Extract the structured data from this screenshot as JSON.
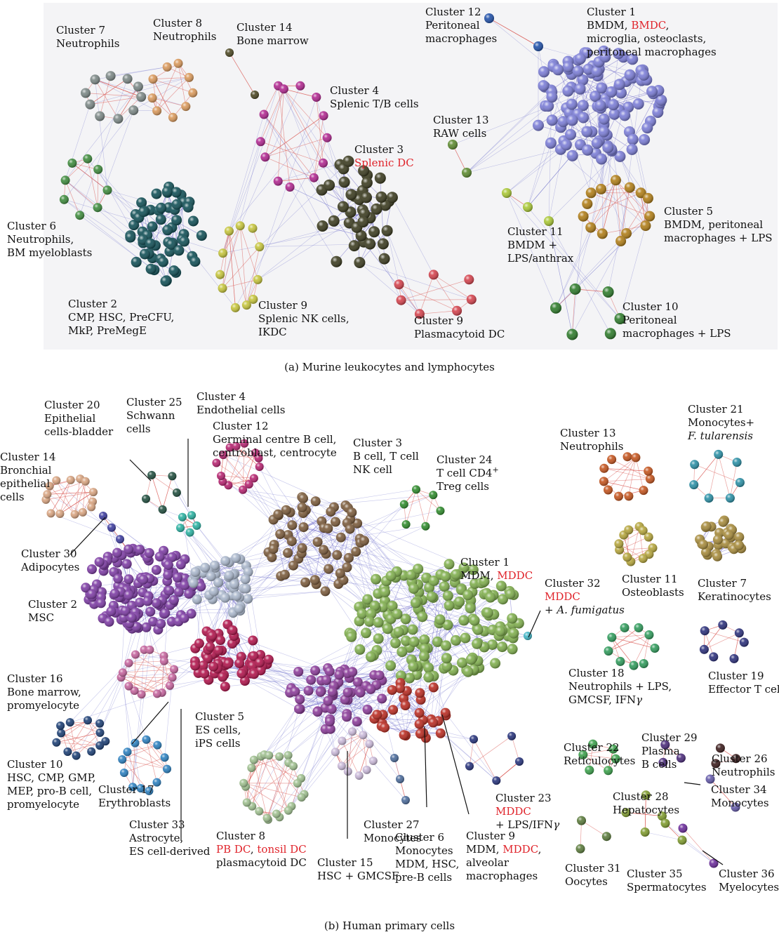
{
  "panels": [
    {
      "id": "a",
      "caption": "(a)  Murine leukocytes and lymphocytes",
      "labels": [
        {
          "id": "c7",
          "lines": [
            [
              {
                "t": "Cluster 7"
              }
            ],
            [
              {
                "t": "Neutrophils"
              }
            ]
          ]
        },
        {
          "id": "c8",
          "lines": [
            [
              {
                "t": "Cluster 8"
              }
            ],
            [
              {
                "t": "Neutrophils"
              }
            ]
          ]
        },
        {
          "id": "c14",
          "lines": [
            [
              {
                "t": "Cluster 14"
              }
            ],
            [
              {
                "t": "Bone marrow"
              }
            ]
          ]
        },
        {
          "id": "c4",
          "lines": [
            [
              {
                "t": "Cluster 4"
              }
            ],
            [
              {
                "t": "Splenic T/B cells"
              }
            ]
          ]
        },
        {
          "id": "c12",
          "lines": [
            [
              {
                "t": "Cluster 12"
              }
            ],
            [
              {
                "t": "Peritoneal"
              }
            ],
            [
              {
                "t": "macrophages"
              }
            ]
          ]
        },
        {
          "id": "c1",
          "lines": [
            [
              {
                "t": "Cluster 1"
              }
            ],
            [
              {
                "t": "BMDM, "
              },
              {
                "t": "BMDC",
                "c": "red"
              },
              {
                "t": ","
              }
            ],
            [
              {
                "t": "microglia, osteoclasts,"
              }
            ],
            [
              {
                "t": "peritoneal macrophages"
              }
            ]
          ]
        },
        {
          "id": "c13",
          "lines": [
            [
              {
                "t": "Cluster 13"
              }
            ],
            [
              {
                "t": "RAW cells"
              }
            ]
          ]
        },
        {
          "id": "c3",
          "lines": [
            [
              {
                "t": "Cluster 3"
              }
            ],
            [
              {
                "t": "Splenic DC",
                "c": "red"
              }
            ]
          ]
        },
        {
          "id": "c6",
          "lines": [
            [
              {
                "t": "Cluster 6"
              }
            ],
            [
              {
                "t": "Neutrophils,"
              }
            ],
            [
              {
                "t": "BM myeloblasts"
              }
            ]
          ]
        },
        {
          "id": "c5",
          "lines": [
            [
              {
                "t": "Cluster 5"
              }
            ],
            [
              {
                "t": "BMDM, peritoneal"
              }
            ],
            [
              {
                "t": "macrophages + LPS"
              }
            ]
          ]
        },
        {
          "id": "c11",
          "lines": [
            [
              {
                "t": "Cluster 11"
              }
            ],
            [
              {
                "t": "BMDM +"
              }
            ],
            [
              {
                "t": "LPS/anthrax"
              }
            ]
          ]
        },
        {
          "id": "c2",
          "lines": [
            [
              {
                "t": "Cluster 2"
              }
            ],
            [
              {
                "t": "CMP, HSC, PreCFU,"
              }
            ],
            [
              {
                "t": "MkP, PreMegE"
              }
            ]
          ]
        },
        {
          "id": "c9a",
          "lines": [
            [
              {
                "t": "Cluster 9"
              }
            ],
            [
              {
                "t": "Splenic NK cells,"
              }
            ],
            [
              {
                "t": "IKDC"
              }
            ]
          ]
        },
        {
          "id": "c9b",
          "lines": [
            [
              {
                "t": "Cluster 9"
              }
            ],
            [
              {
                "t": "Plasmacytoid DC"
              }
            ]
          ]
        },
        {
          "id": "c10",
          "lines": [
            [
              {
                "t": "Cluster 10"
              }
            ],
            [
              {
                "t": "Peritoneal"
              }
            ],
            [
              {
                "t": "macrophages + LPS"
              }
            ]
          ]
        }
      ]
    },
    {
      "id": "b",
      "caption": "(b)  Human primary cells",
      "labels": [
        {
          "id": "h20",
          "lines": [
            [
              {
                "t": "Cluster 20"
              }
            ],
            [
              {
                "t": "Epithelial"
              }
            ],
            [
              {
                "t": "cells-bladder"
              }
            ]
          ]
        },
        {
          "id": "h25",
          "lines": [
            [
              {
                "t": "Cluster 25"
              }
            ],
            [
              {
                "t": "Schwann"
              }
            ],
            [
              {
                "t": "cells"
              }
            ]
          ]
        },
        {
          "id": "h4",
          "lines": [
            [
              {
                "t": "Cluster 4"
              }
            ],
            [
              {
                "t": "Endothelial cells"
              }
            ]
          ]
        },
        {
          "id": "h12",
          "lines": [
            [
              {
                "t": "Cluster 12"
              }
            ],
            [
              {
                "t": "Germinal centre B cell,"
              }
            ],
            [
              {
                "t": "centroblast, centrocyte"
              }
            ]
          ]
        },
        {
          "id": "h3",
          "lines": [
            [
              {
                "t": "Cluster 3"
              }
            ],
            [
              {
                "t": "B cell, T cell"
              }
            ],
            [
              {
                "t": "NK cell"
              }
            ]
          ]
        },
        {
          "id": "h24",
          "lines": [
            [
              {
                "t": "Cluster 24"
              }
            ],
            [
              {
                "t": "T cell CD4"
              },
              {
                "t": "+",
                "c": "sup"
              }
            ],
            [
              {
                "t": "Treg cells"
              }
            ]
          ]
        },
        {
          "id": "h14",
          "lines": [
            [
              {
                "t": "Cluster 14"
              }
            ],
            [
              {
                "t": "Bronchial"
              }
            ],
            [
              {
                "t": "epithelial"
              }
            ],
            [
              {
                "t": "cells"
              }
            ]
          ]
        },
        {
          "id": "h30",
          "lines": [
            [
              {
                "t": "Cluster 30"
              }
            ],
            [
              {
                "t": "Adipocytes"
              }
            ]
          ]
        },
        {
          "id": "h2",
          "lines": [
            [
              {
                "t": "Cluster 2"
              }
            ],
            [
              {
                "t": "MSC"
              }
            ]
          ]
        },
        {
          "id": "h1",
          "lines": [
            [
              {
                "t": "Cluster 1"
              }
            ],
            [
              {
                "t": "MDM, "
              },
              {
                "t": "MDDC",
                "c": "red"
              }
            ]
          ]
        },
        {
          "id": "h32",
          "lines": [
            [
              {
                "t": "Cluster 32"
              }
            ],
            [
              {
                "t": "MDDC",
                "c": "red"
              }
            ],
            [
              {
                "t": "+ "
              },
              {
                "t": "A. fumigatus",
                "c": "it"
              }
            ]
          ]
        },
        {
          "id": "h16",
          "lines": [
            [
              {
                "t": "Cluster 16"
              }
            ],
            [
              {
                "t": "Bone marrow,"
              }
            ],
            [
              {
                "t": "promyelocyte"
              }
            ]
          ]
        },
        {
          "id": "h10",
          "lines": [
            [
              {
                "t": "Cluster 10"
              }
            ],
            [
              {
                "t": "HSC, CMP, GMP,"
              }
            ],
            [
              {
                "t": "MEP, pro-B cell,"
              }
            ],
            [
              {
                "t": "promyelocyte"
              }
            ]
          ]
        },
        {
          "id": "h17",
          "lines": [
            [
              {
                "t": "Cluster 17"
              }
            ],
            [
              {
                "t": "Erythroblasts"
              }
            ]
          ]
        },
        {
          "id": "h5",
          "lines": [
            [
              {
                "t": "Cluster 5"
              }
            ],
            [
              {
                "t": "ES cells,"
              }
            ],
            [
              {
                "t": "iPS cells"
              }
            ]
          ]
        },
        {
          "id": "h33",
          "lines": [
            [
              {
                "t": "Cluster 33"
              }
            ],
            [
              {
                "t": "Astrocyte,"
              }
            ],
            [
              {
                "t": "ES cell-derived"
              }
            ]
          ]
        },
        {
          "id": "h8",
          "lines": [
            [
              {
                "t": "Cluster 8"
              }
            ],
            [
              {
                "t": "PB DC",
                "c": "red"
              },
              {
                "t": ", "
              },
              {
                "t": "tonsil DC",
                "c": "red"
              }
            ],
            [
              {
                "t": "plasmacytoid DC"
              }
            ]
          ]
        },
        {
          "id": "h15",
          "lines": [
            [
              {
                "t": "Cluster 15"
              }
            ],
            [
              {
                "t": "HSC + GMCSF"
              }
            ]
          ]
        },
        {
          "id": "h27",
          "lines": [
            [
              {
                "t": "Cluster 27"
              }
            ],
            [
              {
                "t": "Monocytes"
              }
            ]
          ]
        },
        {
          "id": "h6",
          "lines": [
            [
              {
                "t": "Cluster 6"
              }
            ],
            [
              {
                "t": "Monocytes"
              }
            ],
            [
              {
                "t": "MDM, HSC,"
              }
            ],
            [
              {
                "t": "pre-B cells"
              }
            ]
          ]
        },
        {
          "id": "h9",
          "lines": [
            [
              {
                "t": "Cluster 9"
              }
            ],
            [
              {
                "t": "MDM, "
              },
              {
                "t": "MDDC",
                "c": "red"
              },
              {
                "t": ","
              }
            ],
            [
              {
                "t": "alveolar"
              }
            ],
            [
              {
                "t": "macrophages"
              }
            ]
          ]
        },
        {
          "id": "h23",
          "lines": [
            [
              {
                "t": "Cluster 23"
              }
            ],
            [
              {
                "t": "MDDC",
                "c": "red"
              }
            ],
            [
              {
                "t": "+ LPS/IFN"
              },
              {
                "t": "γ",
                "c": "it"
              }
            ]
          ]
        },
        {
          "id": "h13",
          "lines": [
            [
              {
                "t": "Cluster 13"
              }
            ],
            [
              {
                "t": "Neutrophils"
              }
            ]
          ]
        },
        {
          "id": "h21",
          "lines": [
            [
              {
                "t": "Cluster 21"
              }
            ],
            [
              {
                "t": "Monocytes+"
              }
            ],
            [
              {
                "t": "F. tularensis",
                "c": "it"
              }
            ]
          ]
        },
        {
          "id": "h11",
          "lines": [
            [
              {
                "t": "Cluster 11"
              }
            ],
            [
              {
                "t": "Osteoblasts"
              }
            ]
          ]
        },
        {
          "id": "h7",
          "lines": [
            [
              {
                "t": "Cluster 7"
              }
            ],
            [
              {
                "t": "Keratinocytes"
              }
            ]
          ]
        },
        {
          "id": "h18",
          "lines": [
            [
              {
                "t": "Cluster 18"
              }
            ],
            [
              {
                "t": "Neutrophils + LPS,"
              }
            ],
            [
              {
                "t": "GMCSF, IFN"
              },
              {
                "t": "γ",
                "c": "it"
              }
            ]
          ]
        },
        {
          "id": "h19",
          "lines": [
            [
              {
                "t": "Cluster 19"
              }
            ],
            [
              {
                "t": "Effector T cells"
              }
            ]
          ]
        },
        {
          "id": "h22",
          "lines": [
            [
              {
                "t": "Cluster 22"
              }
            ],
            [
              {
                "t": "Reticulocytes"
              }
            ]
          ]
        },
        {
          "id": "h29",
          "lines": [
            [
              {
                "t": "Cluster 29"
              }
            ],
            [
              {
                "t": "Plasma"
              }
            ],
            [
              {
                "t": "B cells"
              }
            ]
          ]
        },
        {
          "id": "h26",
          "lines": [
            [
              {
                "t": "Cluster 26"
              }
            ],
            [
              {
                "t": "Neutrophils"
              }
            ]
          ]
        },
        {
          "id": "h28",
          "lines": [
            [
              {
                "t": "Cluster 28"
              }
            ],
            [
              {
                "t": "Hepatocytes"
              }
            ]
          ]
        },
        {
          "id": "h34",
          "lines": [
            [
              {
                "t": "Cluster 34"
              }
            ],
            [
              {
                "t": "Monocytes"
              }
            ]
          ]
        },
        {
          "id": "h31",
          "lines": [
            [
              {
                "t": "Cluster 31"
              }
            ],
            [
              {
                "t": "Oocytes"
              }
            ]
          ]
        },
        {
          "id": "h35",
          "lines": [
            [
              {
                "t": "Cluster 35"
              }
            ],
            [
              {
                "t": "Spermatocytes"
              }
            ]
          ]
        },
        {
          "id": "h36",
          "lines": [
            [
              {
                "t": "Cluster 36"
              }
            ],
            [
              {
                "t": "Myelocytes"
              }
            ]
          ]
        }
      ]
    }
  ],
  "colors": {
    "highlight_text": "#e0242b",
    "edge_within": "#d9534f",
    "edge_between": "#5b5fc7"
  }
}
